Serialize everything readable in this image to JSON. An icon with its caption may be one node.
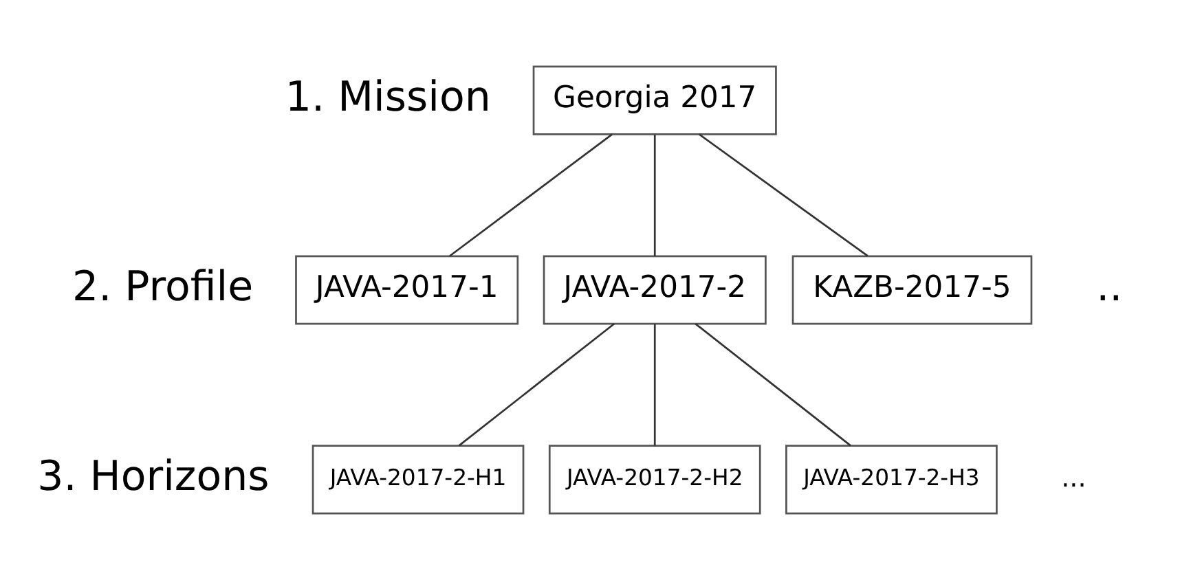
{
  "diagram": {
    "nodes": [
      {
        "text": [
          "Georgia 2017"
        ]
      },
      {
        "text": [
          "JAVA-2017-1"
        ]
      },
      {
        "text": [
          "JAVA-2017-2"
        ]
      },
      {
        "text": [
          "KAZB-2017-5"
        ]
      },
      {
        "text": [
          "JAVA-2017-2-H1"
        ]
      },
      {
        "text": [
          "JAVA-2017-2-H2"
        ]
      },
      {
        "text": [
          "JAVA-2017-2-H3"
        ]
      }
    ],
    "edges": [
      {
        "from": 0,
        "to": 1,
        "arrow": "none"
      },
      {
        "from": 0,
        "to": 2,
        "arrow": "none"
      },
      {
        "from": 0,
        "to": 3,
        "arrow": "none"
      },
      {
        "from": 2,
        "to": 4,
        "arrow": "none"
      },
      {
        "from": 2,
        "to": 5,
        "arrow": "none"
      },
      {
        "from": 2,
        "to": 6,
        "arrow": "none"
      }
    ],
    "labels": [
      "1. Mission",
      "2. Profile",
      "..",
      "3. Horizons",
      "..."
    ]
  }
}
